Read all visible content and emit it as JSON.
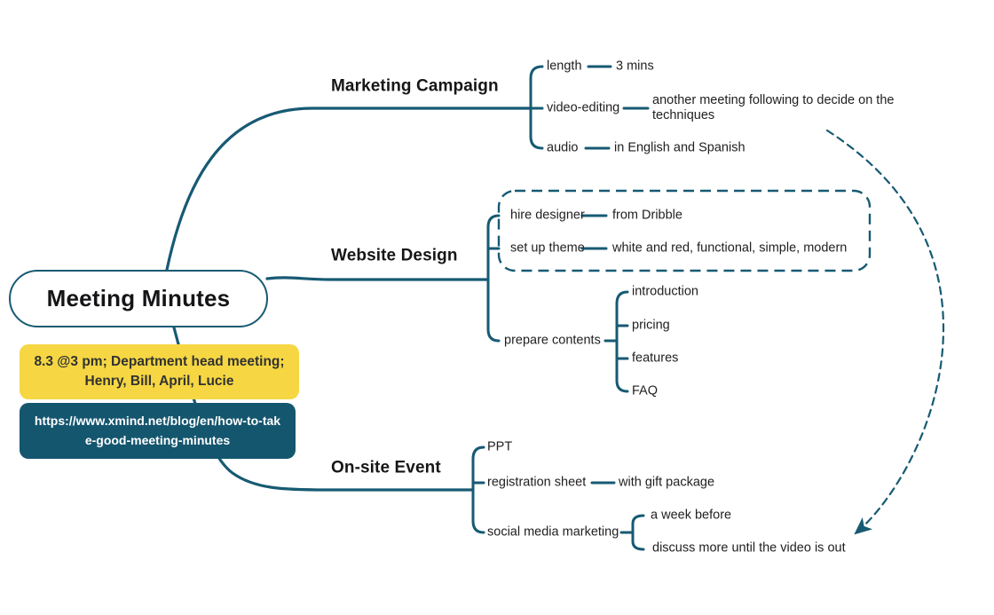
{
  "palette": {
    "branch_teal": "#175a73",
    "note_yellow_bg": "#f6d743",
    "note_yellow_text": "#323232",
    "note_teal_bg": "#15566f",
    "note_teal_text": "#ffffff",
    "topic_text": "#1d1d1f",
    "background": "#ffffff"
  },
  "map": {
    "root_label": "Meeting Minutes",
    "notes": {
      "schedule": "8.3 @3 pm; Department head meeting; Henry, Bill, April, Lucie",
      "link": "https://www.xmind.net/blog/en/how-to-take-good-meeting-minutes"
    },
    "branches": [
      {
        "label": "Marketing Campaign",
        "children": [
          {
            "label": "length",
            "value": "3 mins"
          },
          {
            "label": "video-editing",
            "value": "another meeting following to decide on the techniques"
          },
          {
            "label": "audio",
            "value": "in English and Spanish"
          }
        ]
      },
      {
        "label": "Website Design",
        "children": [
          {
            "label": "hire designer",
            "value": "from Dribble"
          },
          {
            "label": "set up theme",
            "value": "white and red, functional, simple, modern"
          },
          {
            "label": "prepare contents",
            "children": [
              {
                "label": "introduction"
              },
              {
                "label": "pricing"
              },
              {
                "label": "features"
              },
              {
                "label": "FAQ"
              }
            ]
          }
        ]
      },
      {
        "label": "On-site Event",
        "children": [
          {
            "label": "PPT"
          },
          {
            "label": "registration sheet",
            "value": "with gift package"
          },
          {
            "label": "social media marketing",
            "children": [
              {
                "label": "a week before"
              },
              {
                "label": "discuss more until the video is out"
              }
            ]
          }
        ]
      }
    ]
  }
}
